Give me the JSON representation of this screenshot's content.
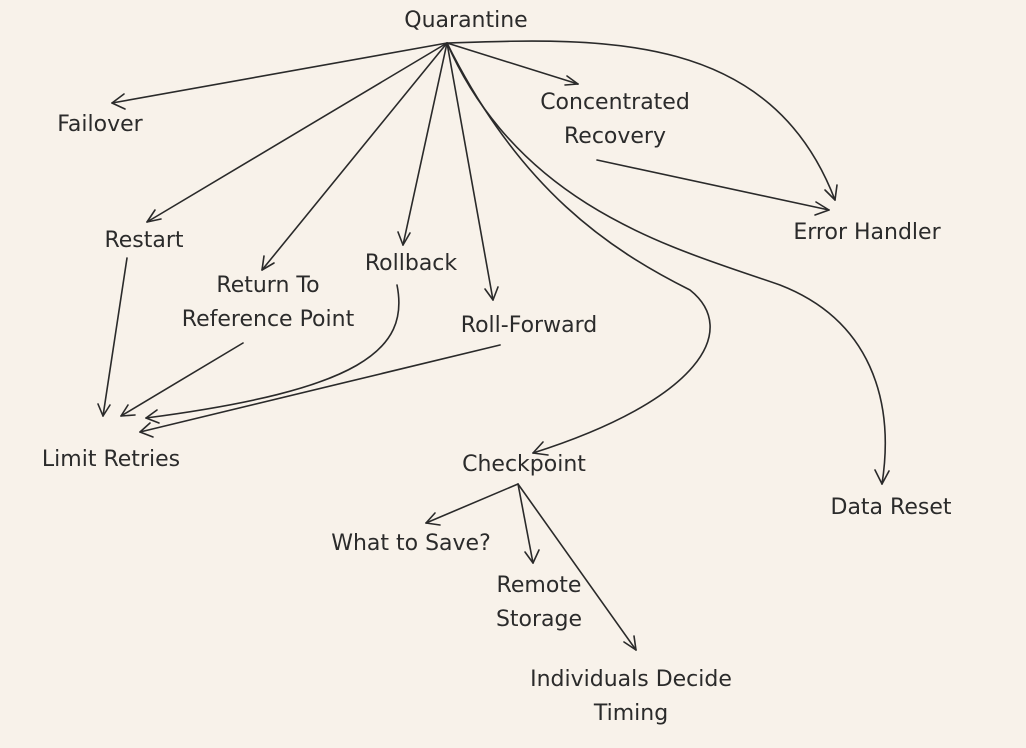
{
  "diagram": {
    "nodes": {
      "quarantine": "Quarantine",
      "failover": "Failover",
      "concentrated_recovery": [
        "Concentrated",
        "Recovery"
      ],
      "error_handler": "Error Handler",
      "restart": "Restart",
      "return_to_reference_point": [
        "Return To",
        "Reference Point"
      ],
      "rollback": "Rollback",
      "roll_forward": "Roll-Forward",
      "limit_retries": "Limit Retries",
      "checkpoint": "Checkpoint",
      "data_reset": "Data Reset",
      "what_to_save": "What to Save?",
      "remote_storage": [
        "Remote",
        "Storage"
      ],
      "individuals_decide_timing": [
        "Individuals Decide",
        "Timing"
      ]
    },
    "edges": [
      {
        "from": "quarantine",
        "to": "failover"
      },
      {
        "from": "quarantine",
        "to": "restart"
      },
      {
        "from": "quarantine",
        "to": "return_to_reference_point"
      },
      {
        "from": "quarantine",
        "to": "rollback"
      },
      {
        "from": "quarantine",
        "to": "roll_forward"
      },
      {
        "from": "quarantine",
        "to": "concentrated_recovery"
      },
      {
        "from": "quarantine",
        "to": "error_handler"
      },
      {
        "from": "quarantine",
        "to": "checkpoint"
      },
      {
        "from": "quarantine",
        "to": "data_reset"
      },
      {
        "from": "concentrated_recovery",
        "to": "error_handler"
      },
      {
        "from": "restart",
        "to": "limit_retries"
      },
      {
        "from": "return_to_reference_point",
        "to": "limit_retries"
      },
      {
        "from": "rollback",
        "to": "limit_retries"
      },
      {
        "from": "roll_forward",
        "to": "limit_retries"
      },
      {
        "from": "checkpoint",
        "to": "what_to_save"
      },
      {
        "from": "checkpoint",
        "to": "remote_storage"
      },
      {
        "from": "checkpoint",
        "to": "individuals_decide_timing"
      }
    ]
  }
}
